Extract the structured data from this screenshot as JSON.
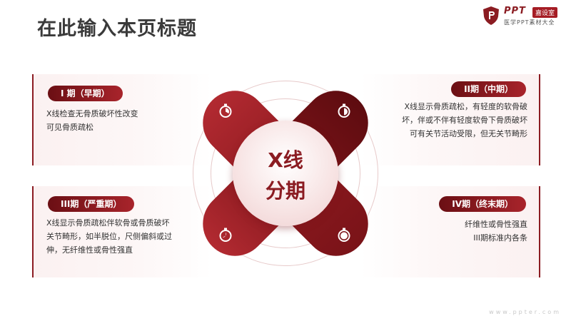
{
  "page": {
    "title": "在此输入本页标题",
    "logo": {
      "brand": "PPT",
      "badge": "嘉设室",
      "subtitle": "医学PPT素材大全"
    },
    "watermark": "www.ppter.com"
  },
  "center": {
    "line1": "X线",
    "line2": "分期"
  },
  "stages": [
    {
      "label": "I 期（早期）",
      "lines": [
        "X线检查无骨质破坏性改变",
        "可见骨质疏松"
      ]
    },
    {
      "label": "II期（中期）",
      "lines": [
        "X线显示骨质疏松，有轻度的软骨破",
        "坏，伴或不伴有轻度软骨下骨质破坏",
        "可有关节活动受限，但无关节畸形"
      ]
    },
    {
      "label": "III期（严重期）",
      "lines": [
        "X线显示骨质疏松伴软骨或骨质破坏",
        "关节畸形，如半脱位，尺侧偏斜或过",
        "伸，无纤维性或骨性强直"
      ]
    },
    {
      "label": "IV期（终末期）",
      "lines": [
        "纤维性或骨性强直",
        "III期标准内各条"
      ]
    }
  ],
  "colors": {
    "accent_dark": "#6b0f14",
    "accent": "#a8242b",
    "panel_bg": "#fbf1f1"
  },
  "icons": [
    "stopwatch-icon",
    "stopwatch-icon",
    "stopwatch-icon",
    "stopwatch-icon"
  ]
}
